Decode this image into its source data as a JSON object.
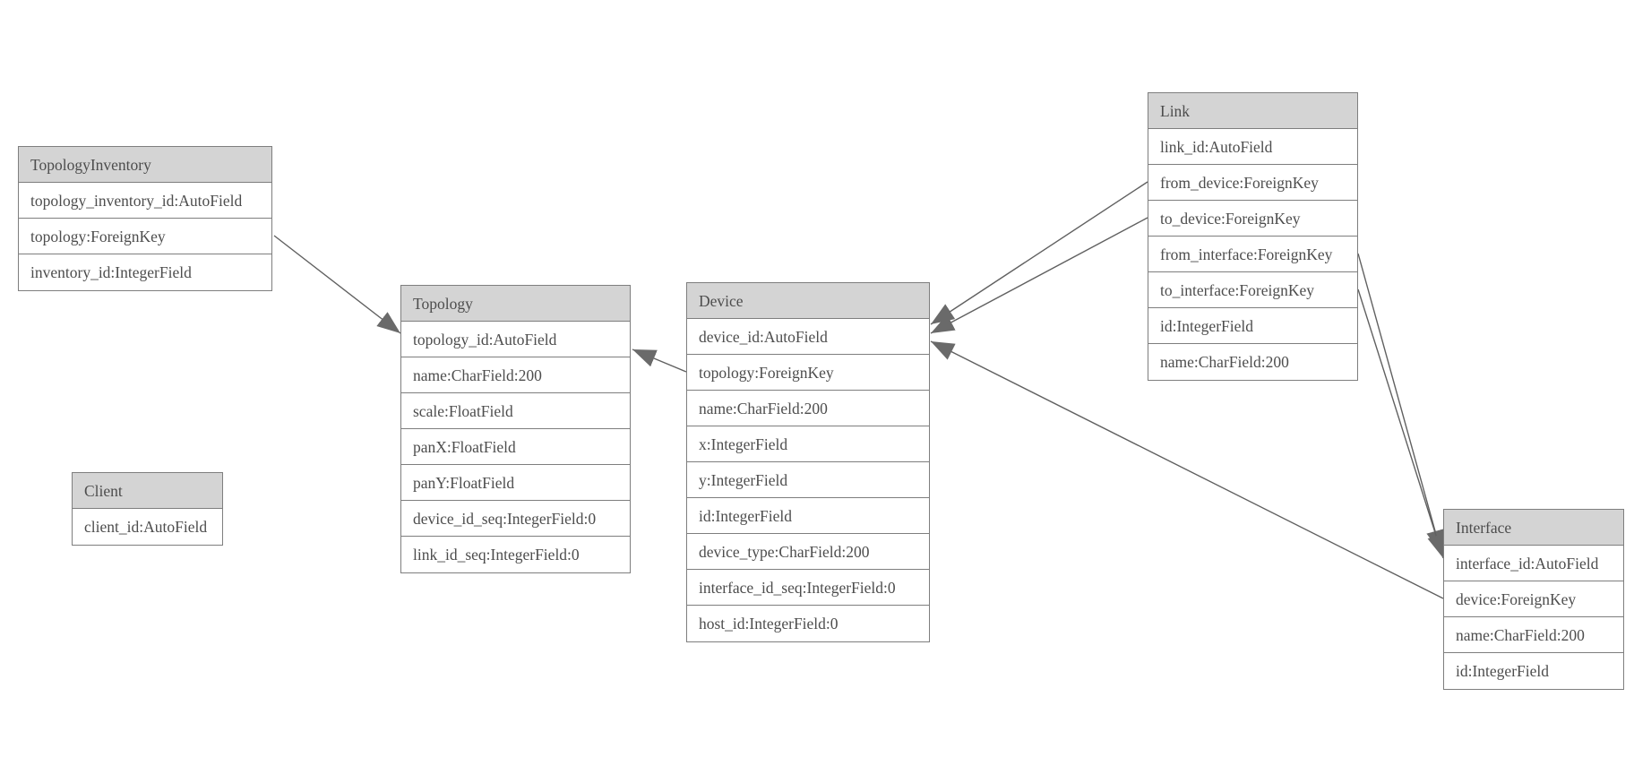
{
  "diagram": {
    "entities": [
      {
        "name": "TopologyInventory",
        "fields": [
          "topology_inventory_id:AutoField",
          "topology:ForeignKey",
          "inventory_id:IntegerField"
        ]
      },
      {
        "name": "Topology",
        "fields": [
          "topology_id:AutoField",
          "name:CharField:200",
          "scale:FloatField",
          "panX:FloatField",
          "panY:FloatField",
          "device_id_seq:IntegerField:0",
          "link_id_seq:IntegerField:0"
        ]
      },
      {
        "name": "Client",
        "fields": [
          "client_id:AutoField"
        ]
      },
      {
        "name": "Device",
        "fields": [
          "device_id:AutoField",
          "topology:ForeignKey",
          "name:CharField:200",
          "x:IntegerField",
          "y:IntegerField",
          "id:IntegerField",
          "device_type:CharField:200",
          "interface_id_seq:IntegerField:0",
          "host_id:IntegerField:0"
        ]
      },
      {
        "name": "Link",
        "fields": [
          "link_id:AutoField",
          "from_device:ForeignKey",
          "to_device:ForeignKey",
          "from_interface:ForeignKey",
          "to_interface:ForeignKey",
          "id:IntegerField",
          "name:CharField:200"
        ]
      },
      {
        "name": "Interface",
        "fields": [
          "interface_id:AutoField",
          "device:ForeignKey",
          "name:CharField:200",
          "id:IntegerField"
        ]
      }
    ],
    "relationships": [
      {
        "from": "TopologyInventory.topology",
        "to": "Topology.topology_id"
      },
      {
        "from": "Device.topology",
        "to": "Topology.topology_id"
      },
      {
        "from": "Link.from_device",
        "to": "Device.device_id"
      },
      {
        "from": "Link.to_device",
        "to": "Device.device_id"
      },
      {
        "from": "Link.from_interface",
        "to": "Interface.interface_id"
      },
      {
        "from": "Link.to_interface",
        "to": "Interface.interface_id"
      },
      {
        "from": "Interface.device",
        "to": "Device.device_id"
      }
    ],
    "colors": {
      "header_fill": "#d4d4d4",
      "border": "#7e7e7e",
      "text": "#4d4d4d",
      "edge": "#606060"
    }
  }
}
